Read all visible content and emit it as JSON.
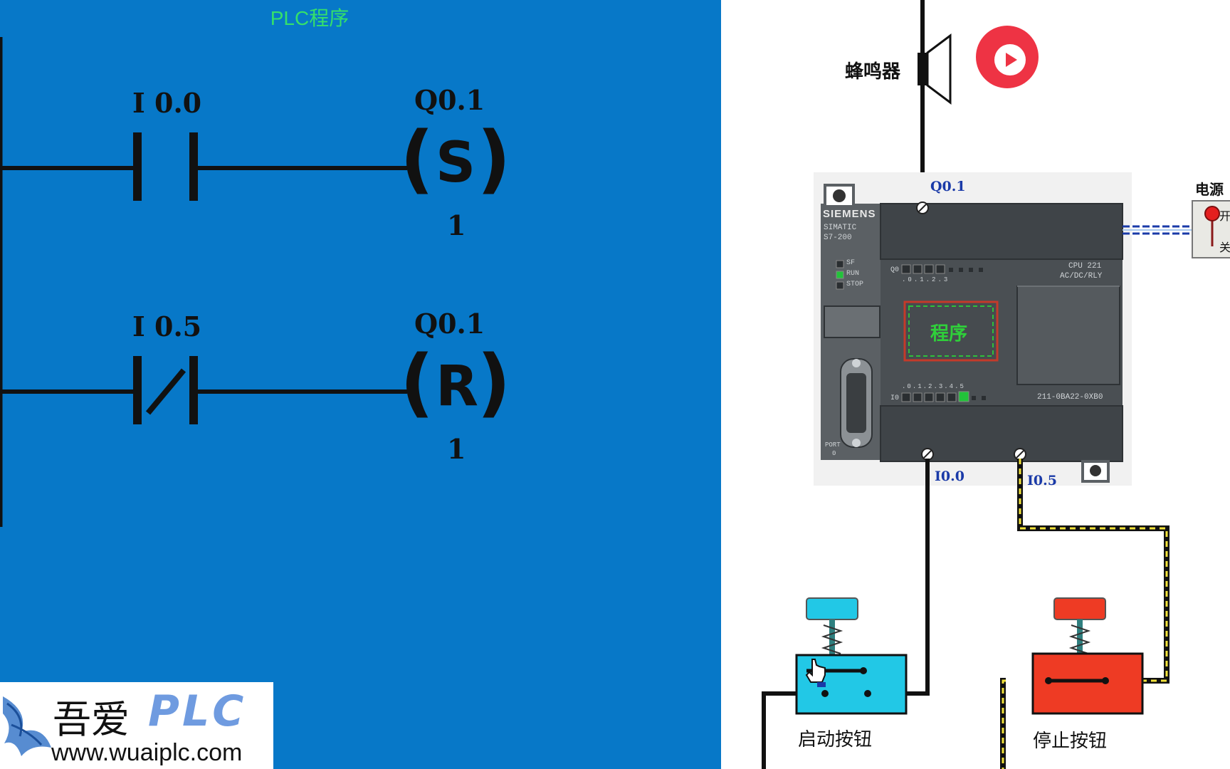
{
  "ladder": {
    "title": "PLC程序",
    "rung1": {
      "contact_label": "I 0.0",
      "coil_label": "Q0.1",
      "coil_type": "S",
      "coil_count": "1"
    },
    "rung2": {
      "contact_label": "I 0.5",
      "coil_label": "Q0.1",
      "coil_type": "R",
      "coil_count": "1"
    }
  },
  "plc": {
    "brand": "SIEMENS",
    "series_line1": "SIMATIC",
    "series_line2": "S7-200",
    "led_sf": "SF",
    "led_run": "RUN",
    "led_stop": "STOP",
    "cpu_line1": "CPU 221",
    "cpu_line2": "AC/DC/RLY",
    "part_number": "211-0BA22-0XB0",
    "port_label_1": "PORT",
    "port_label_2": "0",
    "output_bank": "Q0",
    "output_idx": [
      ".0",
      ".1",
      ".2",
      ".3"
    ],
    "input_bank": "I0",
    "input_idx": [
      ".0",
      ".1",
      ".2",
      ".3",
      ".4",
      ".5"
    ],
    "program_label": "程序",
    "terminal_q": "Q0.1",
    "terminal_i0": "I0.0",
    "terminal_i5": "I0.5"
  },
  "buzzer": {
    "label": "蜂鸣器"
  },
  "power": {
    "label": "电源",
    "on": "开",
    "off": "关"
  },
  "start_button": {
    "label": "启动按钮"
  },
  "stop_button": {
    "label": "停止按钮"
  },
  "watermark": {
    "line1": "吾爱",
    "line2": "PLC",
    "url": "www.wuaiplc.com"
  },
  "colors": {
    "ladder_bg": "#0778c8",
    "plc_body": "#4a4f53",
    "led_on": "#22c33a",
    "start_button": "#22c8e6",
    "stop_button": "#ee3b24",
    "play_icon": "#ee3344"
  }
}
